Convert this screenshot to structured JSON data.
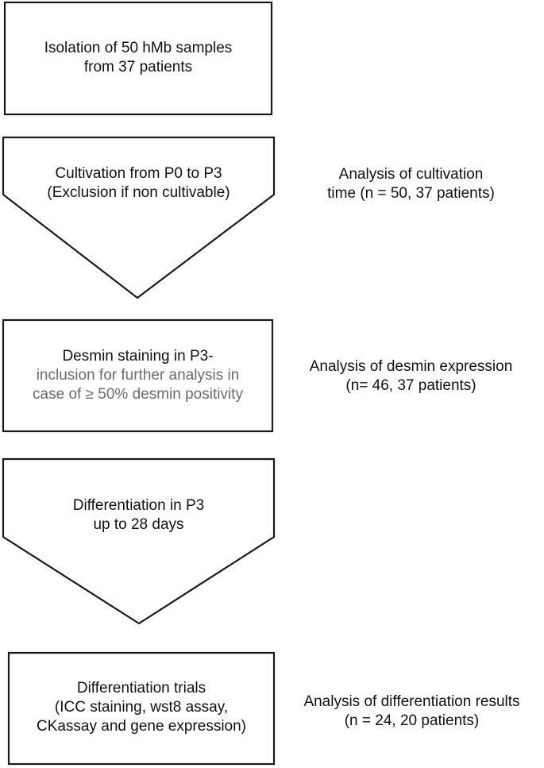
{
  "steps": {
    "isolation": {
      "line1": "Isolation of 50 hMb samples",
      "line2": "from 37 patients"
    },
    "cultivation": {
      "line1": "Cultivation from P0 to  P3",
      "line2": "(Exclusion if non cultivable)"
    },
    "desmin": {
      "line1": "Desmin staining in P3-",
      "line2": "inclusion for further analysis in",
      "line3": "case of ≥ 50% desmin positivity"
    },
    "differentiation": {
      "line1": "Differentiation  in P3",
      "line2": "up to 28 days"
    },
    "trials": {
      "line1": "Differentiation trials",
      "line2": "(ICC staining, wst8 assay,",
      "line3": "CKassay and gene expression)"
    }
  },
  "analyses": {
    "cultivation": {
      "line1": "Analysis of cultivation",
      "line2": "time (n = 50, 37 patients)"
    },
    "desmin": {
      "line1": "Analysis of desmin expression",
      "line2": "(n= 46, 37 patients)"
    },
    "differentiation": {
      "line1": "Analysis of differentiation results",
      "line2": "(n = 24, 20 patients)"
    }
  },
  "colors": {
    "border": "#1a1a1a",
    "muted_text": "#6b6b6b"
  }
}
